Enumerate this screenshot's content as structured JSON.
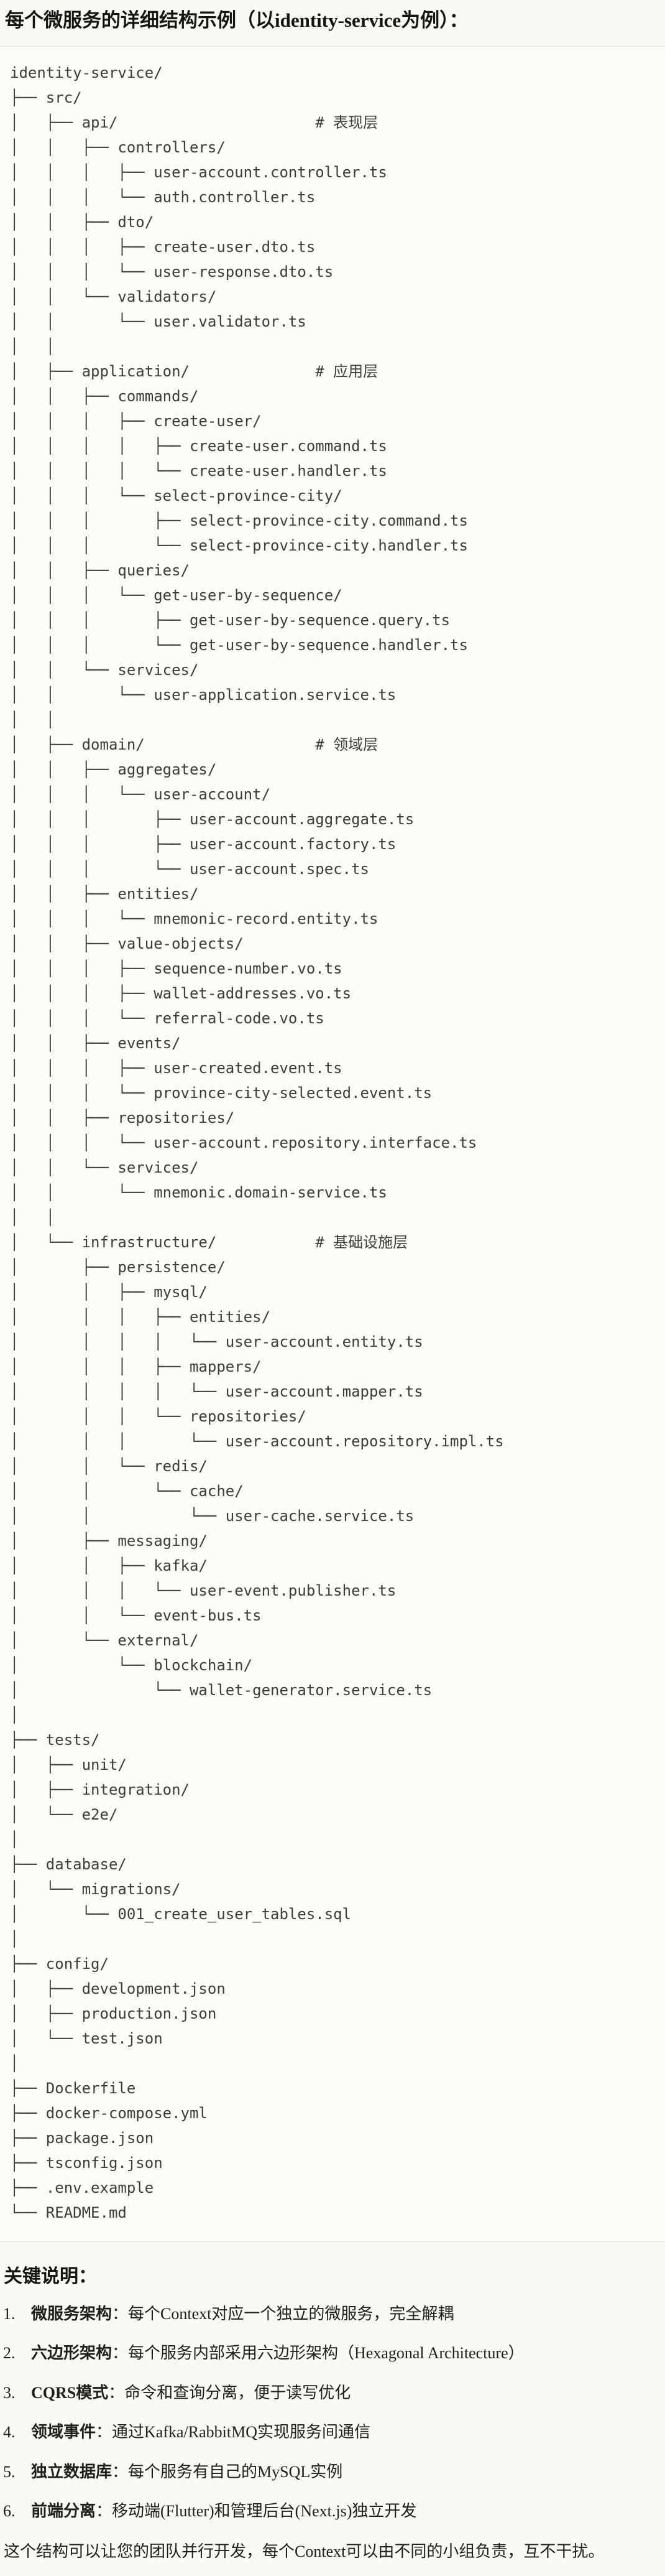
{
  "page": {
    "title": "每个微服务的详细结构示例（以identity-service为例）："
  },
  "tree": {
    "lines": [
      "identity-service/",
      "├── src/",
      "│   ├── api/                      # 表现层",
      "│   │   ├── controllers/",
      "│   │   │   ├── user-account.controller.ts",
      "│   │   │   └── auth.controller.ts",
      "│   │   ├── dto/",
      "│   │   │   ├── create-user.dto.ts",
      "│   │   │   └── user-response.dto.ts",
      "│   │   └── validators/",
      "│   │       └── user.validator.ts",
      "│   │",
      "│   ├── application/              # 应用层",
      "│   │   ├── commands/",
      "│   │   │   ├── create-user/",
      "│   │   │   │   ├── create-user.command.ts",
      "│   │   │   │   └── create-user.handler.ts",
      "│   │   │   └── select-province-city/",
      "│   │   │       ├── select-province-city.command.ts",
      "│   │   │       └── select-province-city.handler.ts",
      "│   │   ├── queries/",
      "│   │   │   └── get-user-by-sequence/",
      "│   │   │       ├── get-user-by-sequence.query.ts",
      "│   │   │       └── get-user-by-sequence.handler.ts",
      "│   │   └── services/",
      "│   │       └── user-application.service.ts",
      "│   │",
      "│   ├── domain/                   # 领域层",
      "│   │   ├── aggregates/",
      "│   │   │   └── user-account/",
      "│   │   │       ├── user-account.aggregate.ts",
      "│   │   │       ├── user-account.factory.ts",
      "│   │   │       └── user-account.spec.ts",
      "│   │   ├── entities/",
      "│   │   │   └── mnemonic-record.entity.ts",
      "│   │   ├── value-objects/",
      "│   │   │   ├── sequence-number.vo.ts",
      "│   │   │   ├── wallet-addresses.vo.ts",
      "│   │   │   └── referral-code.vo.ts",
      "│   │   ├── events/",
      "│   │   │   ├── user-created.event.ts",
      "│   │   │   └── province-city-selected.event.ts",
      "│   │   ├── repositories/",
      "│   │   │   └── user-account.repository.interface.ts",
      "│   │   └── services/",
      "│   │       └── mnemonic.domain-service.ts",
      "│   │",
      "│   └── infrastructure/           # 基础设施层",
      "│       ├── persistence/",
      "│       │   ├── mysql/",
      "│       │   │   ├── entities/",
      "│       │   │   │   └── user-account.entity.ts",
      "│       │   │   ├── mappers/",
      "│       │   │   │   └── user-account.mapper.ts",
      "│       │   │   └── repositories/",
      "│       │   │       └── user-account.repository.impl.ts",
      "│       │   └── redis/",
      "│       │       └── cache/",
      "│       │           └── user-cache.service.ts",
      "│       ├── messaging/",
      "│       │   ├── kafka/",
      "│       │   │   └── user-event.publisher.ts",
      "│       │   └── event-bus.ts",
      "│       └── external/",
      "│           └── blockchain/",
      "│               └── wallet-generator.service.ts",
      "│",
      "├── tests/",
      "│   ├── unit/",
      "│   ├── integration/",
      "│   └── e2e/",
      "│",
      "├── database/",
      "│   └── migrations/",
      "│       └── 001_create_user_tables.sql",
      "│",
      "├── config/",
      "│   ├── development.json",
      "│   ├── production.json",
      "│   └── test.json",
      "│",
      "├── Dockerfile",
      "├── docker-compose.yml",
      "├── package.json",
      "├── tsconfig.json",
      "├── .env.example",
      "└── README.md"
    ]
  },
  "notes": {
    "heading": "关键说明：",
    "items": [
      {
        "num": "1.",
        "term": "微服务架构",
        "text": "：每个Context对应一个独立的微服务，完全解耦"
      },
      {
        "num": "2.",
        "term": "六边形架构",
        "text": "：每个服务内部采用六边形架构（Hexagonal Architecture）"
      },
      {
        "num": "3.",
        "term": "CQRS模式",
        "text": "：命令和查询分离，便于读写优化"
      },
      {
        "num": "4.",
        "term": "领域事件",
        "text": "：通过Kafka/RabbitMQ实现服务间通信"
      },
      {
        "num": "5.",
        "term": "独立数据库",
        "text": "：每个服务有自己的MySQL实例"
      },
      {
        "num": "6.",
        "term": "前端分离",
        "text": "：移动端(Flutter)和管理后台(Next.js)独立开发"
      }
    ],
    "footer": "这个结构可以让您的团队并行开发，每个Context可以由不同的小组负责，互不干扰。"
  }
}
